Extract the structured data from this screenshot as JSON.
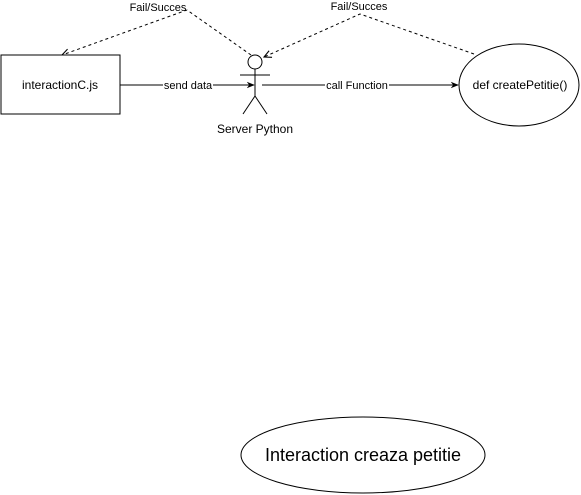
{
  "nodes": {
    "interaction_js": {
      "label": "interactionC.js"
    },
    "server_actor": {
      "label": "Server Python"
    },
    "create_func": {
      "label": "def createPetitie()"
    },
    "use_case": {
      "label": "Interaction creaza petitie"
    }
  },
  "edges": {
    "send_data": {
      "label": "send data"
    },
    "call_function": {
      "label": "call Function"
    },
    "return_to_client": {
      "label": "Fail/Succes"
    },
    "return_to_server": {
      "label": "Fail/Succes"
    }
  },
  "colors": {
    "stroke": "#000000",
    "fill": "#ffffff",
    "text": "#000000"
  }
}
